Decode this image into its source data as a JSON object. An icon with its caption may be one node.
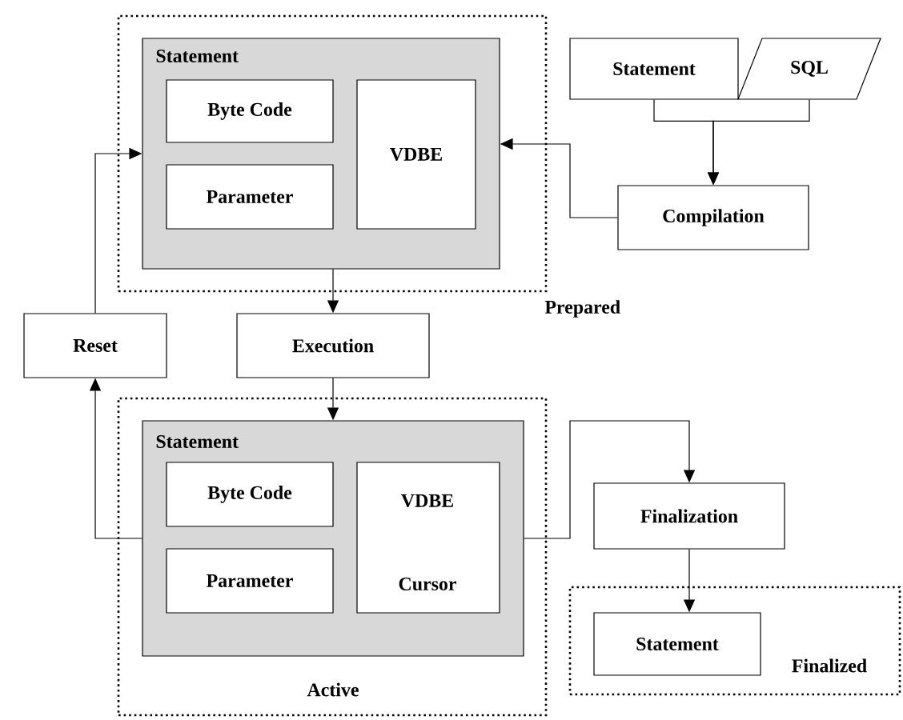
{
  "diagram": {
    "nodes": [
      {
        "text": [
          "Prepared"
        ]
      },
      {
        "text": [
          "Statement"
        ],
        "in": 0
      },
      {
        "text": [
          "Byte Code"
        ],
        "in": 1
      },
      {
        "text": [
          "Parameter"
        ],
        "in": 1
      },
      {
        "text": [
          "VDBE"
        ],
        "in": 1
      },
      {
        "text": [
          "Statement"
        ]
      },
      {
        "text": [
          "SQL"
        ]
      },
      {
        "text": [
          "Compilation"
        ]
      },
      {
        "text": [
          "Reset"
        ]
      },
      {
        "text": [
          "Execution"
        ]
      },
      {
        "text": [
          "Active"
        ]
      },
      {
        "text": [
          "Statement"
        ],
        "in": 10
      },
      {
        "text": [
          "Byte Code"
        ],
        "in": 11
      },
      {
        "text": [
          "Parameter"
        ],
        "in": 11
      },
      {
        "text": [
          "VDBE",
          "Cursor"
        ],
        "in": 11
      },
      {
        "text": [
          "Finalization"
        ]
      },
      {
        "text": [
          "Finalized"
        ]
      },
      {
        "text": [
          "Statement"
        ],
        "in": 16
      }
    ],
    "edges": [
      {
        "from": 5,
        "to": 7,
        "arrow": "to"
      },
      {
        "from": 6,
        "to": 7,
        "arrow": "to"
      },
      {
        "from": 7,
        "to": 1,
        "arrow": "to"
      },
      {
        "from": 1,
        "to": 9,
        "arrow": "to"
      },
      {
        "from": 8,
        "to": 1,
        "arrow": "to"
      },
      {
        "from": 9,
        "to": 11,
        "arrow": "to"
      },
      {
        "from": 11,
        "to": 8,
        "arrow": "to"
      },
      {
        "from": 11,
        "to": 15,
        "arrow": "to"
      },
      {
        "from": 15,
        "to": 17,
        "arrow": "to"
      }
    ]
  }
}
